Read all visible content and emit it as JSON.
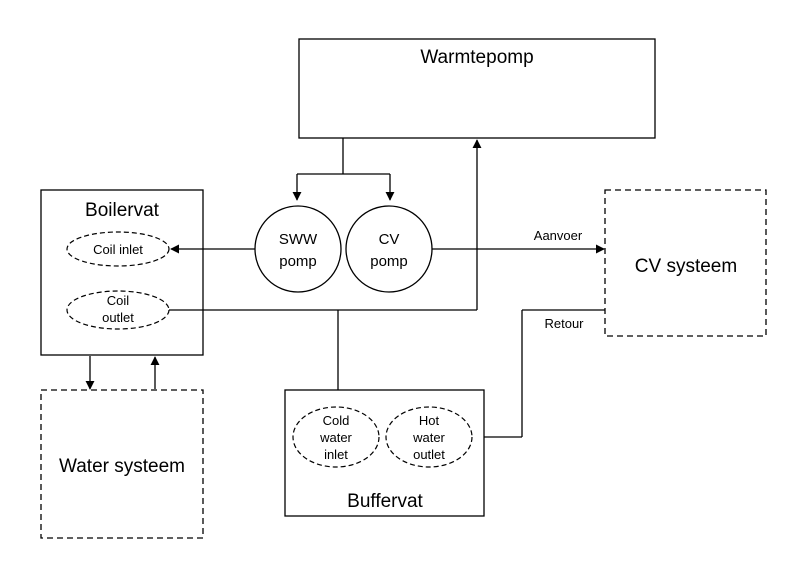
{
  "diagram": {
    "warmtepomp": "Warmtepomp",
    "boilervat": "Boilervat",
    "coil_inlet": "Coil inlet",
    "coil_outlet_1": "Coil",
    "coil_outlet_2": "outlet",
    "sww_pomp_1": "SWW",
    "sww_pomp_2": "pomp",
    "cv_pomp_1": "CV",
    "cv_pomp_2": "pomp",
    "aanvoer": "Aanvoer",
    "retour": "Retour",
    "cv_systeem": "CV systeem",
    "water_systeem": "Water systeem",
    "buffervat": "Buffervat",
    "cold_water_inlet_1": "Cold",
    "cold_water_inlet_2": "water",
    "cold_water_inlet_3": "inlet",
    "hot_water_outlet_1": "Hot",
    "hot_water_outlet_2": "water",
    "hot_water_outlet_3": "outlet"
  }
}
